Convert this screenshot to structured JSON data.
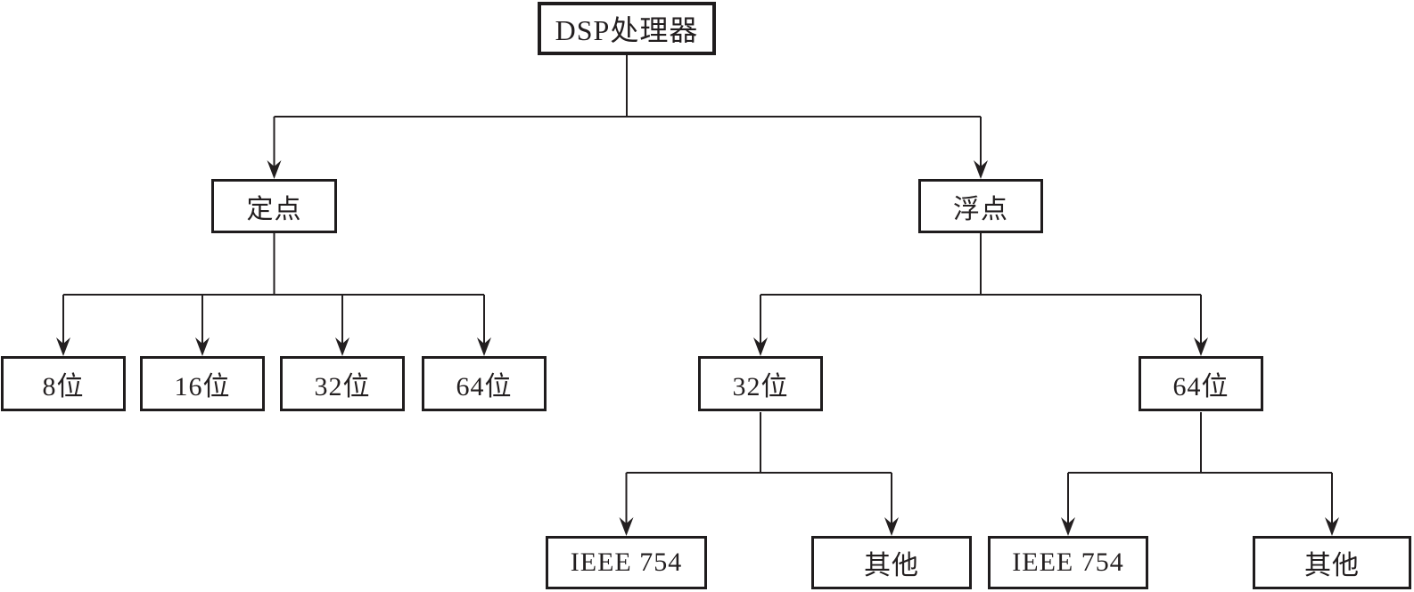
{
  "diagram": {
    "type": "tree-flowchart",
    "colors": {
      "background": "#ffffff",
      "line": "#231f20",
      "box_border": "#1f1c1d",
      "box_fill": "#ffffff",
      "text": "#231f20"
    },
    "tree": {
      "label": "DSP处理器",
      "children": [
        {
          "label": "定点",
          "children": [
            {
              "label": "8位"
            },
            {
              "label": "16位"
            },
            {
              "label": "32位"
            },
            {
              "label": "64位"
            }
          ]
        },
        {
          "label": "浮点",
          "children": [
            {
              "label": "32位",
              "children": [
                {
                  "label": "IEEE 754"
                },
                {
                  "label": "其他"
                }
              ]
            },
            {
              "label": "64位",
              "children": [
                {
                  "label": "IEEE 754"
                },
                {
                  "label": "其他"
                }
              ]
            }
          ]
        }
      ]
    }
  }
}
